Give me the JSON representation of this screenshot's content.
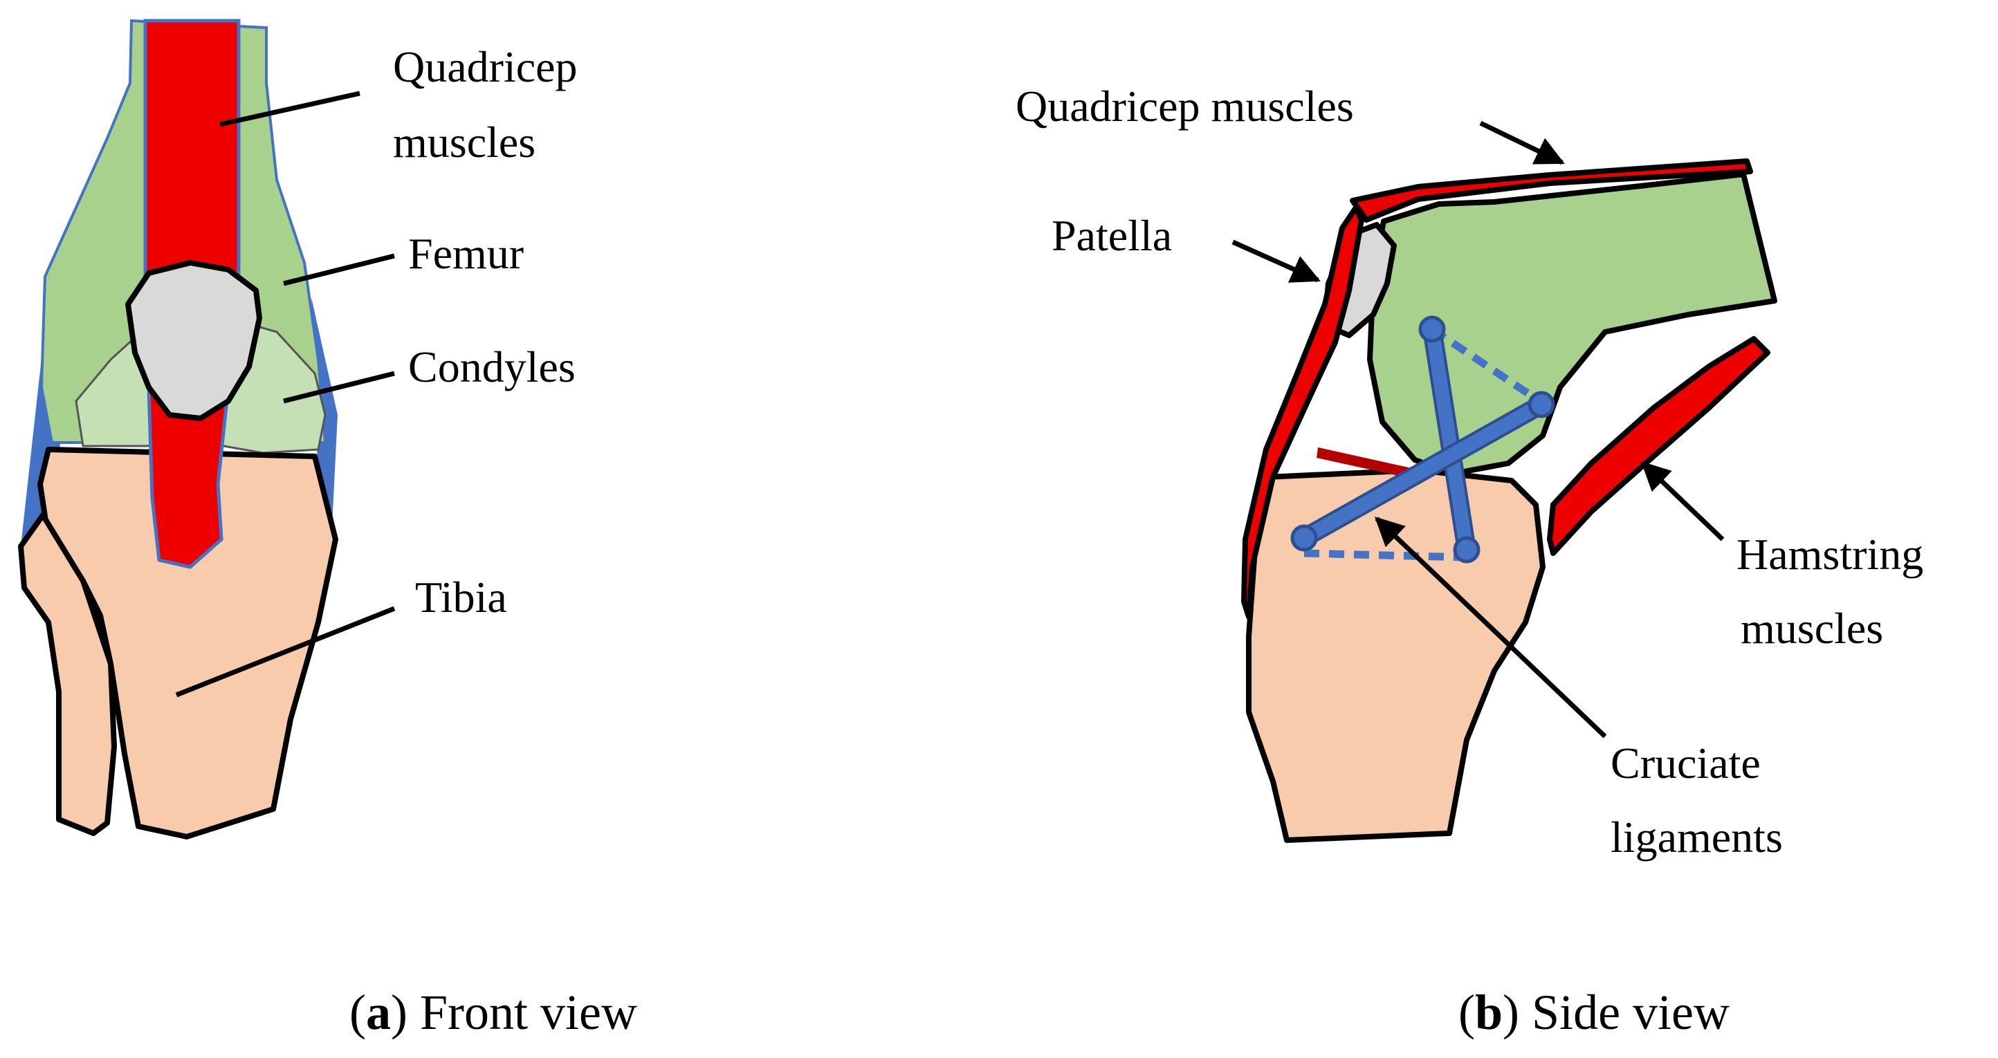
{
  "colors": {
    "muscle": "#ee0000",
    "muscle_dark": "#b40000",
    "femur": "#a9d18e",
    "condyles": "#c5e0b4",
    "patella": "#d9d9d9",
    "tibia": "#f8cbad",
    "ligament": "#4472c4",
    "outline": "#000000"
  },
  "front_view": {
    "caption_letter": "a",
    "caption_text": " Front view",
    "labels": {
      "quadricep_line1": "Quadricep",
      "quadricep_line2": "muscles",
      "femur": "Femur",
      "condyles": "Condyles",
      "tibia": "Tibia"
    }
  },
  "side_view": {
    "caption_letter": "b",
    "caption_text": " Side view",
    "labels": {
      "quadricep": "Quadricep muscles",
      "patella": "Patella",
      "hamstring_line1": "Hamstring",
      "hamstring_line2": "muscles",
      "cruciate_line1": "Cruciate",
      "cruciate_line2": "ligaments"
    }
  }
}
